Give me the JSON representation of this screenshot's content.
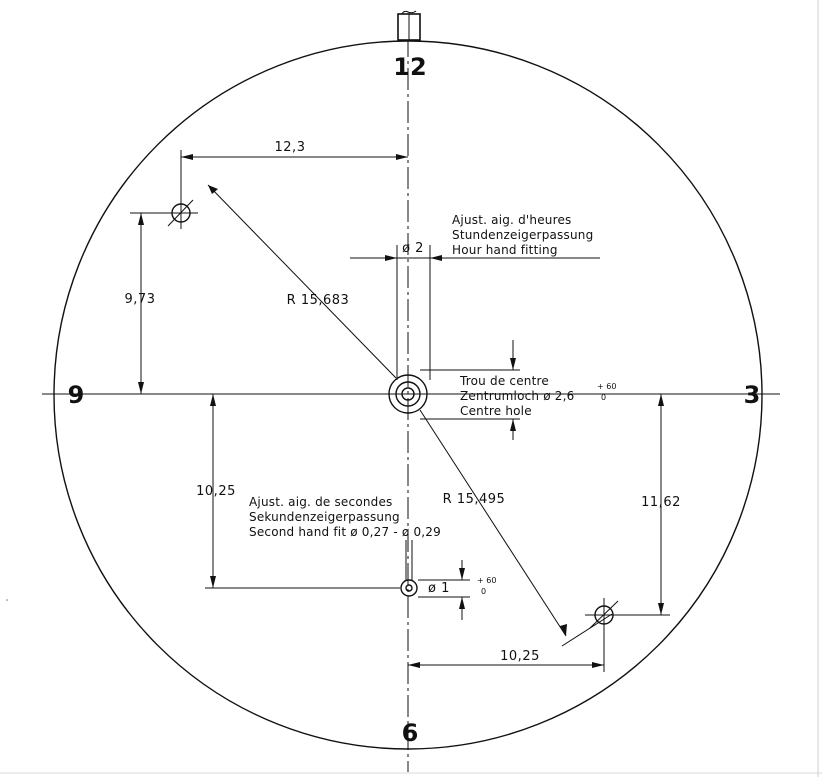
{
  "hour_markers": {
    "twelve": "12",
    "three": "3",
    "six": "6",
    "nine": "9"
  },
  "dimensions": {
    "hour_hand_offset_x": "12,3",
    "hour_hand_offset_y": "9,73",
    "hour_hand_radius": "R 15,683",
    "hour_hole_diameter": "ø 2",
    "second_hand_offset_y": "10,25",
    "second_hand_radius": "R 15,495",
    "second_hole_diameter": "ø 1",
    "second_hole_tolerance": "+ 60\n0",
    "third_offset_y": "11,62",
    "third_offset_x": "10,25"
  },
  "labels": {
    "hour_fitting": [
      "Ajust. aig. d'heures",
      "Stundenzeigerpassung",
      "Hour hand fitting"
    ],
    "centre_hole": [
      "Trou de centre",
      "Zentrumloch  ø 2,6",
      "Centre hole"
    ],
    "centre_hole_tolerance_top": "+ 60",
    "centre_hole_tolerance_bottom": "0",
    "second_fitting": [
      "Ajust. aig. de secondes",
      "Sekundenzeigerpassung",
      "Second hand fit  ø 0,27 - ø 0,29"
    ],
    "second_hole_tol_top": "+ 60",
    "second_hole_tol_bottom": "0"
  }
}
